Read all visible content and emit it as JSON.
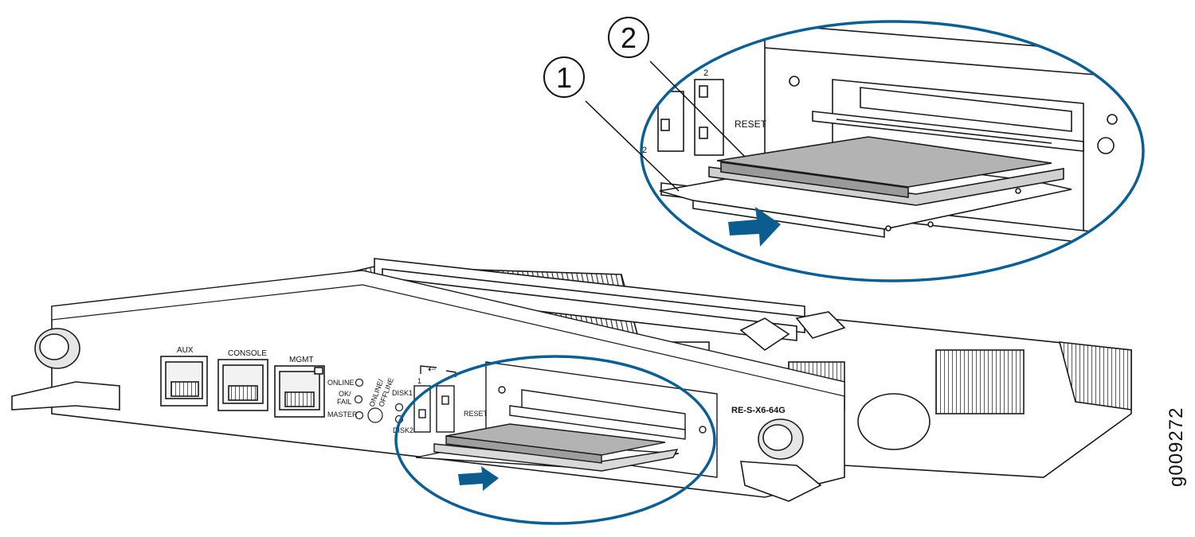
{
  "callouts": [
    "1",
    "2"
  ],
  "ports": {
    "aux": "AUX",
    "console": "CONSOLE",
    "mgmt": "MGMT"
  },
  "leds": {
    "online": "ONLINE",
    "ok_fail_line1": "OK/",
    "ok_fail_line2": "FAIL",
    "master": "MASTER",
    "online_offline_line1": "ONLINE/",
    "online_offline_line2": "OFFLINE"
  },
  "disks": {
    "disk1": "DISK1",
    "disk2": "DISK2",
    "usb_1": "1",
    "usb_2": "2"
  },
  "reset_label": "RESET",
  "model_label": "RE-S-X6-64G",
  "zoom_reset_label": "RESET",
  "zoom_partial_2": "2",
  "zoom_partial_disk2": ".2",
  "figure_id": "g009272",
  "colors": {
    "callout_ring": "#0a5f96",
    "arrow": "#0b5d8f",
    "ssd_fill": "#b3b3b3",
    "line": "#1a1a1a"
  }
}
